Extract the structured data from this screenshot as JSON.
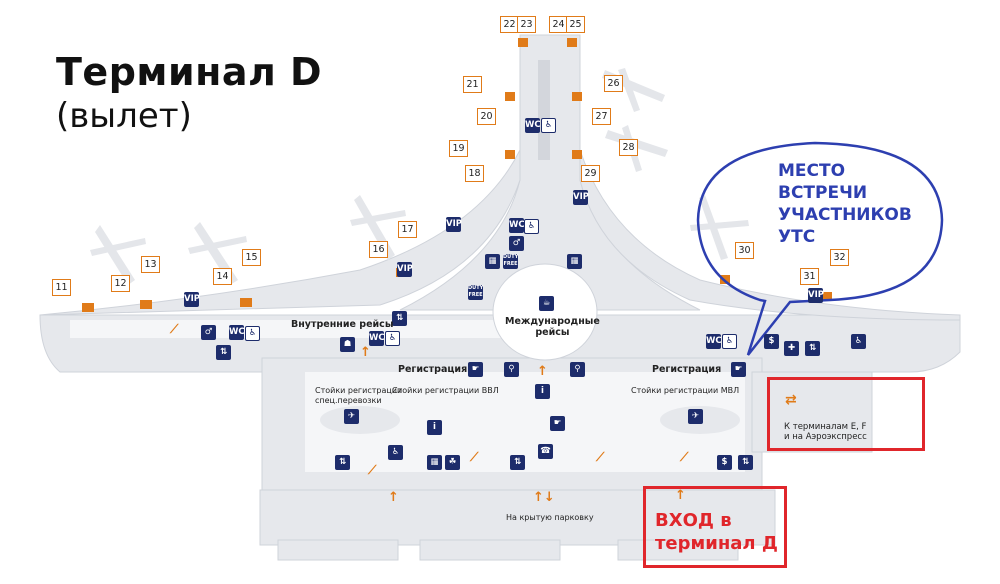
{
  "header": {
    "title": "Терминал D",
    "subtitle": "(вылет)"
  },
  "gates": [
    "11",
    "12",
    "13",
    "14",
    "15",
    "16",
    "17",
    "18",
    "19",
    "20",
    "21",
    "22",
    "23",
    "24",
    "25",
    "26",
    "27",
    "28",
    "29",
    "30",
    "31",
    "32"
  ],
  "areas": {
    "domestic": "Внутренние рейсы",
    "international_line1": "Международные",
    "international_line2": "рейсы",
    "registration_left": "Регистрация",
    "registration_right": "Регистрация",
    "special_desk_line1": "Стойки регистрации",
    "special_desk_line2": "спец.перевозки",
    "desk_vvl": "Стойки регистрации ВВЛ",
    "desk_mvl": "Стойки регистрации МВЛ",
    "parking": "На крытую парковку"
  },
  "transfer": {
    "line1": "К терминалам E, F",
    "line2": "и на Аэроэкспресс"
  },
  "meeting": {
    "line1": "МЕСТО",
    "line2": "ВСТРЕЧИ",
    "line3": "УЧАСТНИКОВ",
    "line4": "УТС"
  },
  "entrance": {
    "line1": "ВХОД в",
    "line2": "терминал Д"
  },
  "icons": {
    "vip": "VIP",
    "wc": "WC",
    "duty_free": "DUTY FREE",
    "info": "i"
  },
  "colors": {
    "terminal": "#e6e8ec",
    "building": "#f3f4f6",
    "gate_border": "#e07b19",
    "icon_bg": "#1d2c6b",
    "highlight_red": "#e0262b",
    "meeting_blue": "#2d3fb0"
  }
}
